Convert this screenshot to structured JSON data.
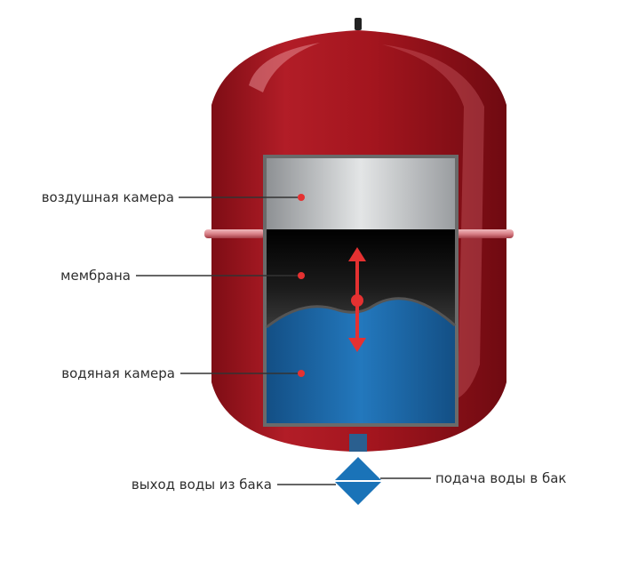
{
  "labels": {
    "air_chamber": "воздушная камера",
    "membrane": "мембрана",
    "water_chamber": "водяная камера",
    "water_outlet": "выход воды из бака",
    "water_inlet": "подача воды в бак"
  },
  "colors": {
    "tank_red": "#a8161f",
    "air_gray": "#c9cbcd",
    "membrane_black": "#111111",
    "water_blue": "#1f6fb0",
    "arrow_red": "#e53131",
    "valve_blue": "#1a73b8"
  },
  "icons": {
    "membrane_arrow": "double-arrow-vertical-icon",
    "valve": "diamond-valve-icon"
  }
}
